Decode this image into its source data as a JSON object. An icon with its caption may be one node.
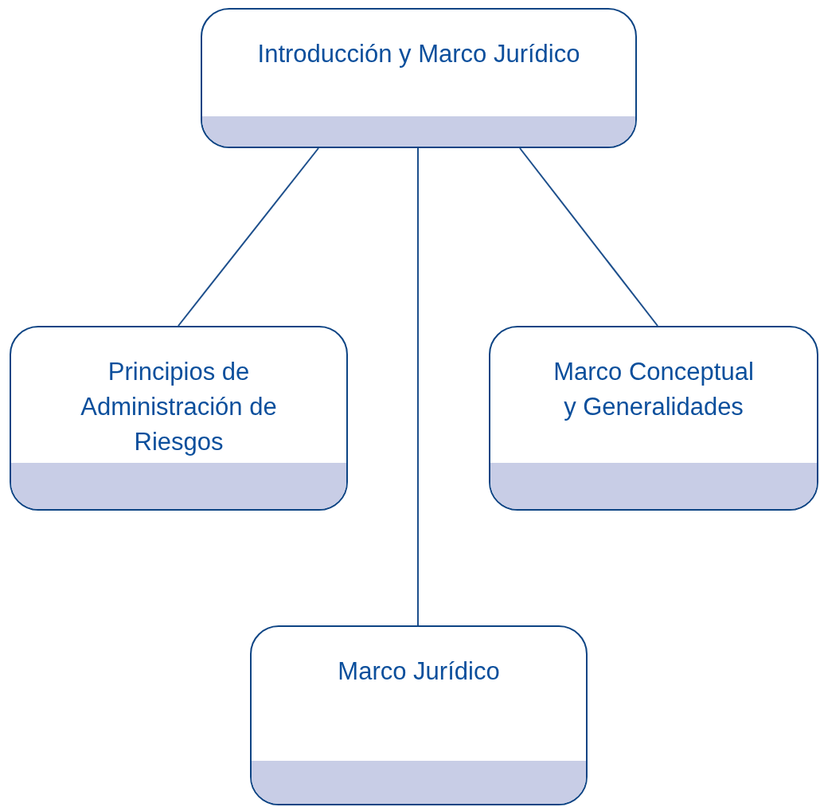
{
  "diagram": {
    "nodes": [
      {
        "text": [
          "Introducción y Marco Jurídico"
        ]
      },
      {
        "text": [
          "Principios de Administración de Riesgos"
        ]
      },
      {
        "text": [
          "Marco Conceptual y Generalidades"
        ]
      },
      {
        "text": [
          "Marco Jurídico"
        ]
      }
    ],
    "edges": [
      {
        "from": 0,
        "to": 1,
        "arrow": "none"
      },
      {
        "from": 0,
        "to": 2,
        "arrow": "none"
      },
      {
        "from": 0,
        "to": 3,
        "arrow": "none"
      }
    ]
  }
}
